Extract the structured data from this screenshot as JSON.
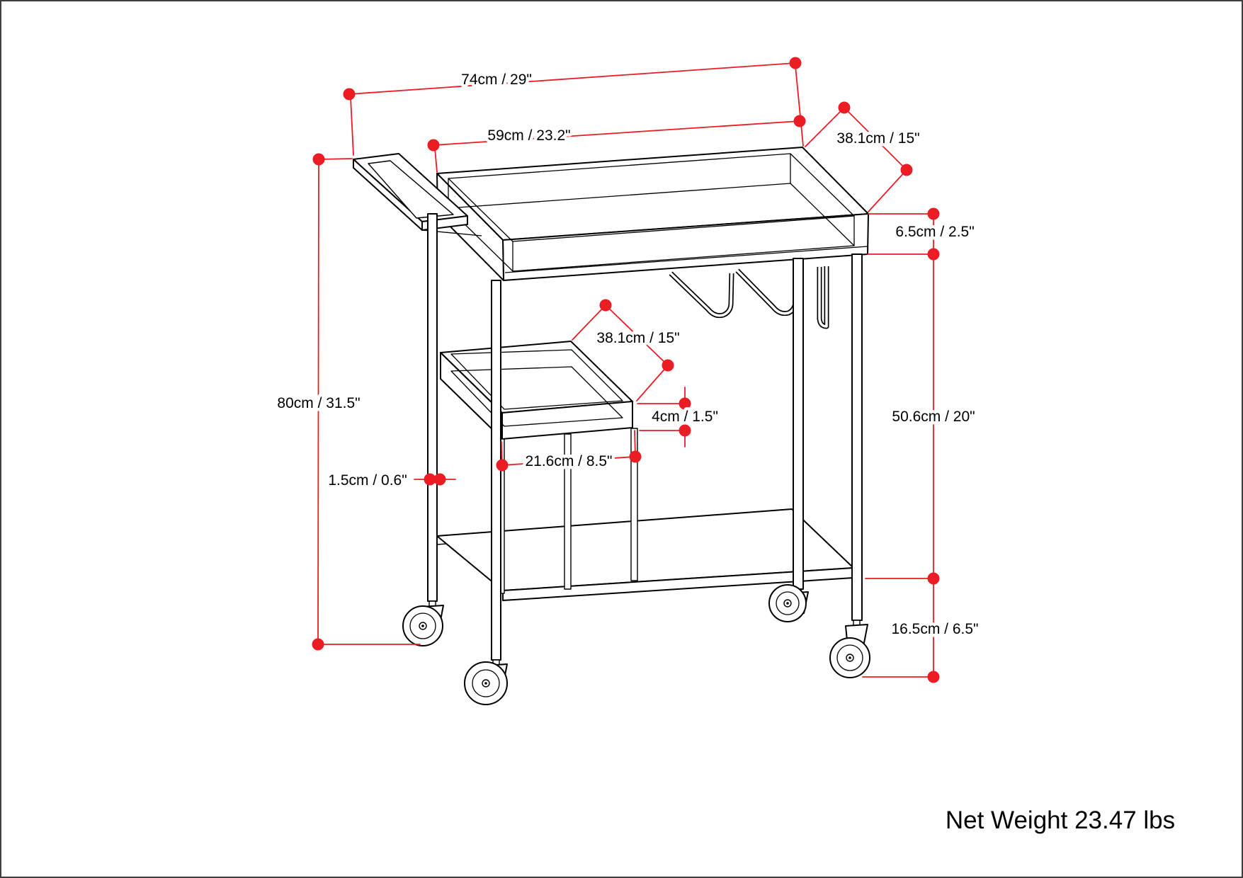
{
  "diagram": {
    "description": "bar cart technical dimension drawing",
    "net_weight": "Net Weight 23.47 lbs",
    "colors": {
      "dimension_red": "#EC1C24",
      "line_art_black": "#000000",
      "background": "#FFFFFF",
      "border_gray": "#3F3F3F"
    },
    "labels": {
      "overall_width": "74cm / 29\"",
      "top_tray_width": "59cm / 23.2\"",
      "top_tray_depth": "38.1cm / 15\"",
      "top_tray_rim_height": "6.5cm / 2.5\"",
      "tray_to_shelf_height": "50.6cm / 20\"",
      "shelf_to_floor_height": "16.5cm / 6.5\"",
      "middle_tray_depth": "38.1cm / 15\"",
      "middle_tray_rim_height": "4cm / 1.5\"",
      "support_spacing": "21.6cm / 8.5\"",
      "overall_height": "80cm / 31.5\"",
      "tube_thickness": "1.5cm / 0.6\""
    }
  }
}
